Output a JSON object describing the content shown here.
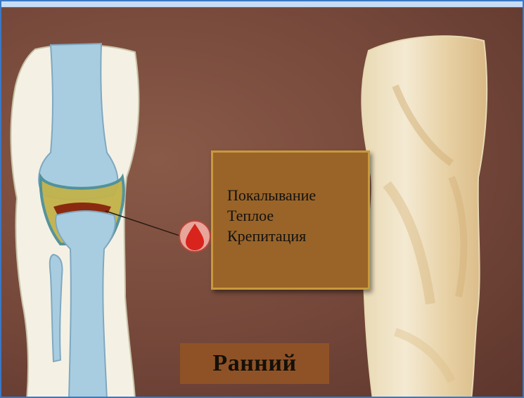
{
  "slide": {
    "symptoms": [
      "Покалывание",
      "Теплое",
      "Крепитация"
    ],
    "stage_label": "Ранний"
  },
  "colors": {
    "background": "#74473a",
    "bone": "#a9cde0",
    "skin": "#f2eddb",
    "symptom_box": "#9a6428",
    "symptom_border": "#c89a3c",
    "stage_label_bg": "#8f5226",
    "blood_drop": "#d8241c"
  },
  "icons": [
    "blood-drop-icon"
  ]
}
